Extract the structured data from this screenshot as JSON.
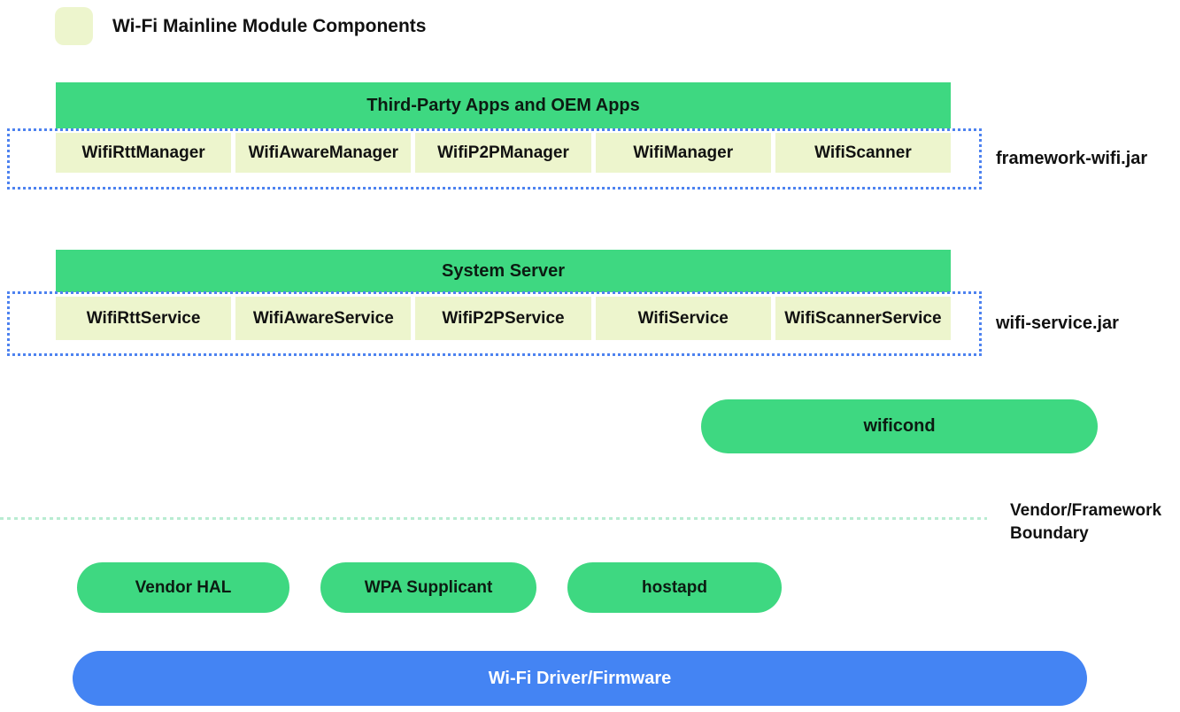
{
  "legend": {
    "label": "Wi-Fi Mainline Module Components"
  },
  "colors": {
    "mainline_module_fill": "#edf5cd",
    "green_fill": "#3ed881",
    "jar_border_blue": "#4d82f0",
    "boundary_line_green": "#b9ecd2",
    "driver_blue": "#4484f3"
  },
  "sections": [
    {
      "header": "Third-Party Apps and OEM Apps",
      "boxes": [
        "WifiRttManager",
        "WifiAwareManager",
        "WifiP2PManager",
        "WifiManager",
        "WifiScanner"
      ],
      "jar_label": "framework-wifi.jar"
    },
    {
      "header": "System Server",
      "boxes": [
        "WifiRttService",
        "WifiAwareService",
        "WifiP2PService",
        "WifiService",
        "WifiScannerService"
      ],
      "jar_label": "wifi-service.jar"
    }
  ],
  "wificond": {
    "label": "wificond"
  },
  "boundary": {
    "label": "Vendor/Framework Boundary"
  },
  "daemons": [
    {
      "label": "Vendor HAL"
    },
    {
      "label": "WPA Supplicant"
    },
    {
      "label": "hostapd"
    }
  ],
  "driver": {
    "label": "Wi-Fi Driver/Firmware"
  }
}
